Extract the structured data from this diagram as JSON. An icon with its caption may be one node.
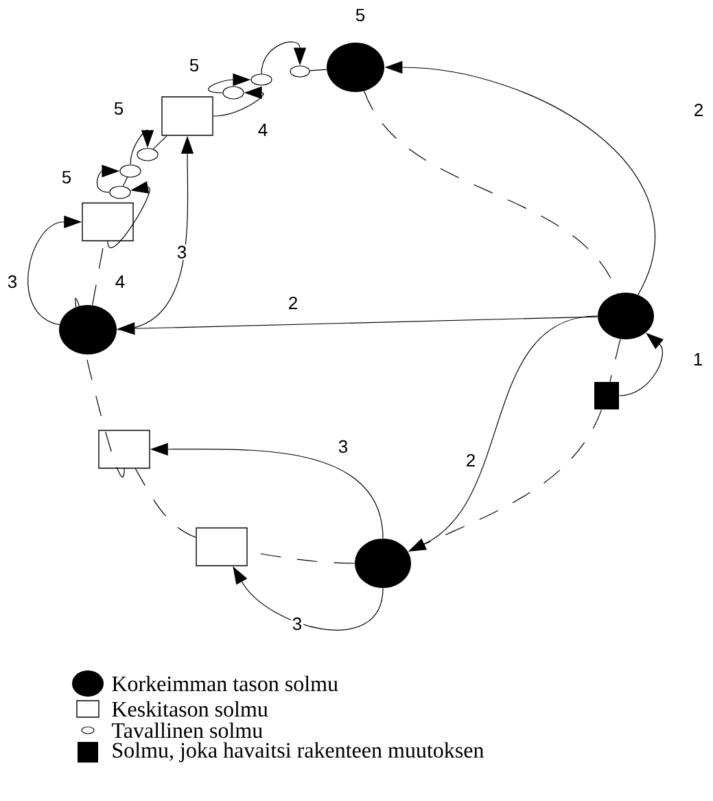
{
  "diagram": {
    "nodes": [
      {
        "text": [],
        "shape": "circle"
      },
      {
        "text": [],
        "shape": "circle"
      },
      {
        "text": [],
        "shape": "circle"
      },
      {
        "text": [],
        "shape": "circle"
      },
      {
        "text": [],
        "shape": "square"
      },
      {
        "text": [],
        "shape": "box"
      },
      {
        "text": [],
        "shape": "box"
      },
      {
        "text": [],
        "shape": "box"
      },
      {
        "text": [],
        "shape": "box"
      },
      {
        "text": [],
        "shape": "ellipse"
      },
      {
        "text": [],
        "shape": "ellipse"
      },
      {
        "text": [],
        "shape": "ellipse"
      },
      {
        "text": [],
        "shape": "ellipse"
      },
      {
        "text": [],
        "shape": "ellipse"
      },
      {
        "text": [],
        "shape": "ellipse"
      }
    ],
    "edges": [
      {
        "from": 4,
        "to": 1,
        "arrow": "to",
        "label": "1"
      },
      {
        "from": 1,
        "to": 0,
        "arrow": "to",
        "label": "2"
      },
      {
        "from": 1,
        "to": 2,
        "arrow": "to",
        "label": "2"
      },
      {
        "from": 1,
        "to": 3,
        "arrow": "to",
        "label": "2"
      },
      {
        "from": 2,
        "to": 6,
        "arrow": "to",
        "label": "3"
      },
      {
        "from": 2,
        "to": 5,
        "arrow": "to",
        "label": "3"
      },
      {
        "from": 3,
        "to": 7,
        "arrow": "to",
        "label": "3"
      },
      {
        "from": 3,
        "to": 8,
        "arrow": "to",
        "label": "3"
      },
      {
        "from": 5,
        "to": 11,
        "arrow": "to",
        "label": "4"
      },
      {
        "from": 6,
        "to": 14,
        "arrow": "to",
        "label": "4"
      },
      {
        "from": 14,
        "to": 13,
        "arrow": "to",
        "label": "5"
      },
      {
        "from": 13,
        "to": 12,
        "arrow": "to",
        "label": "5"
      },
      {
        "from": 11,
        "to": 10,
        "arrow": "to",
        "label": "5"
      },
      {
        "from": 10,
        "to": 9,
        "arrow": "to",
        "label": "5"
      },
      {
        "from": 0,
        "to": 1,
        "arrow": "none",
        "style": "dashed"
      },
      {
        "from": 1,
        "to": 4,
        "arrow": "none",
        "style": "dashed"
      },
      {
        "from": 4,
        "to": 3,
        "arrow": "none",
        "style": "dashed"
      },
      {
        "from": 3,
        "to": 8,
        "arrow": "none",
        "style": "dashed"
      },
      {
        "from": 8,
        "to": 7,
        "arrow": "none",
        "style": "dashed"
      },
      {
        "from": 7,
        "to": 2,
        "arrow": "none",
        "style": "dashed"
      },
      {
        "from": 2,
        "to": 6,
        "arrow": "none",
        "style": "dashed"
      },
      {
        "from": 14,
        "to": 13,
        "arrow": "none"
      },
      {
        "from": 12,
        "to": 5,
        "arrow": "none"
      },
      {
        "from": 9,
        "to": 0,
        "arrow": "none"
      }
    ],
    "legend": [
      {
        "text": "Korkeimman tason solmu"
      },
      {
        "text": "Keskitason solmu"
      },
      {
        "text": "Tavallinen solmu"
      },
      {
        "text": "Solmu, joka havaitsi rakenteen muutoksen"
      }
    ]
  }
}
